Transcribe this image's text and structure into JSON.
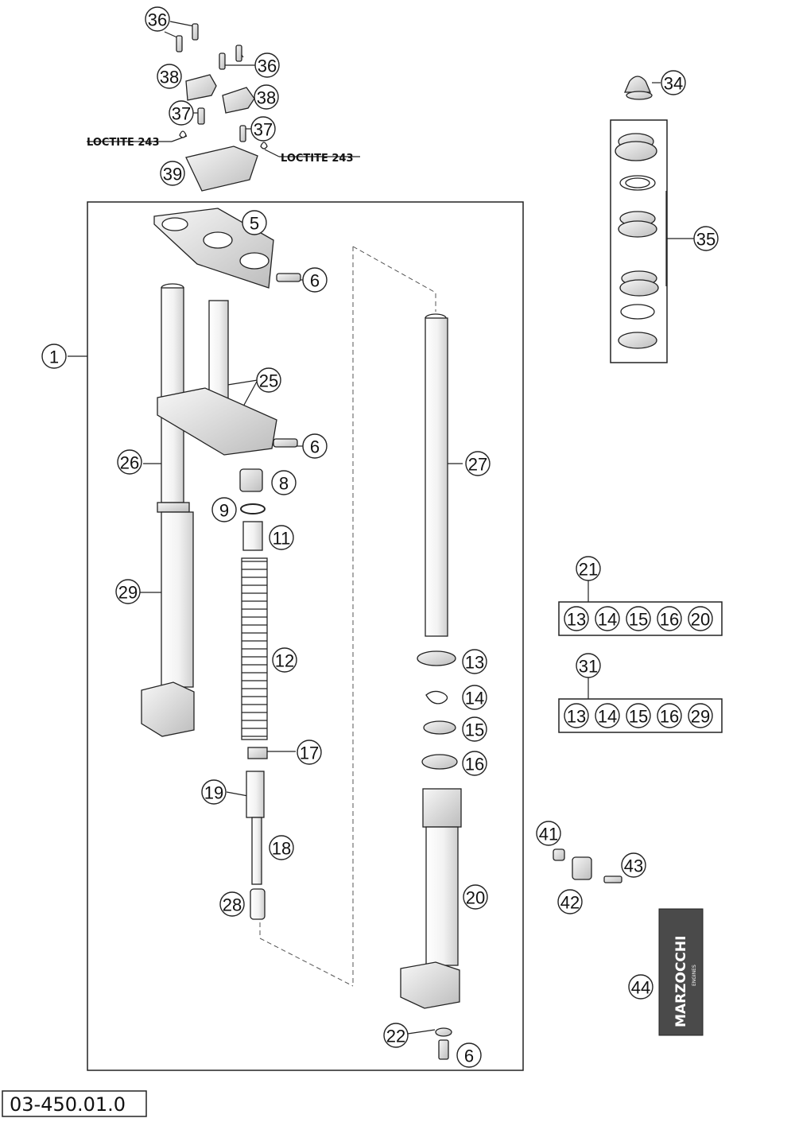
{
  "callouts": {
    "c36a": "36",
    "c36b": "36",
    "c38a": "38",
    "c38b": "38",
    "c37a": "37",
    "c37b": "37",
    "c39": "39",
    "c34": "34",
    "c35": "35",
    "c5": "5",
    "c6a": "6",
    "c6b": "6",
    "c6c": "6",
    "c1": "1",
    "c25": "25",
    "c26": "26",
    "c8": "8",
    "c9": "9",
    "c11": "11",
    "c29": "29",
    "c12": "12",
    "c17": "17",
    "c19": "19",
    "c18": "18",
    "c28": "28",
    "c27": "27",
    "c13": "13",
    "c14": "14",
    "c15": "15",
    "c16": "16",
    "c20": "20",
    "c22": "22",
    "c21": "21",
    "c31": "31",
    "c41": "41",
    "c42": "42",
    "c43": "43",
    "c44": "44"
  },
  "kit21": {
    "label": "21",
    "items": [
      "13",
      "14",
      "15",
      "16",
      "20"
    ]
  },
  "kit31": {
    "label": "31",
    "items": [
      "13",
      "14",
      "15",
      "16",
      "29"
    ]
  },
  "loctite_left": "LOCTITE 243",
  "loctite_right": "LOCTITE 243",
  "doc_number": "03-450.01.0",
  "brand_logo": "MARZOCCHI",
  "brand_logo_sub": "ENGINES"
}
